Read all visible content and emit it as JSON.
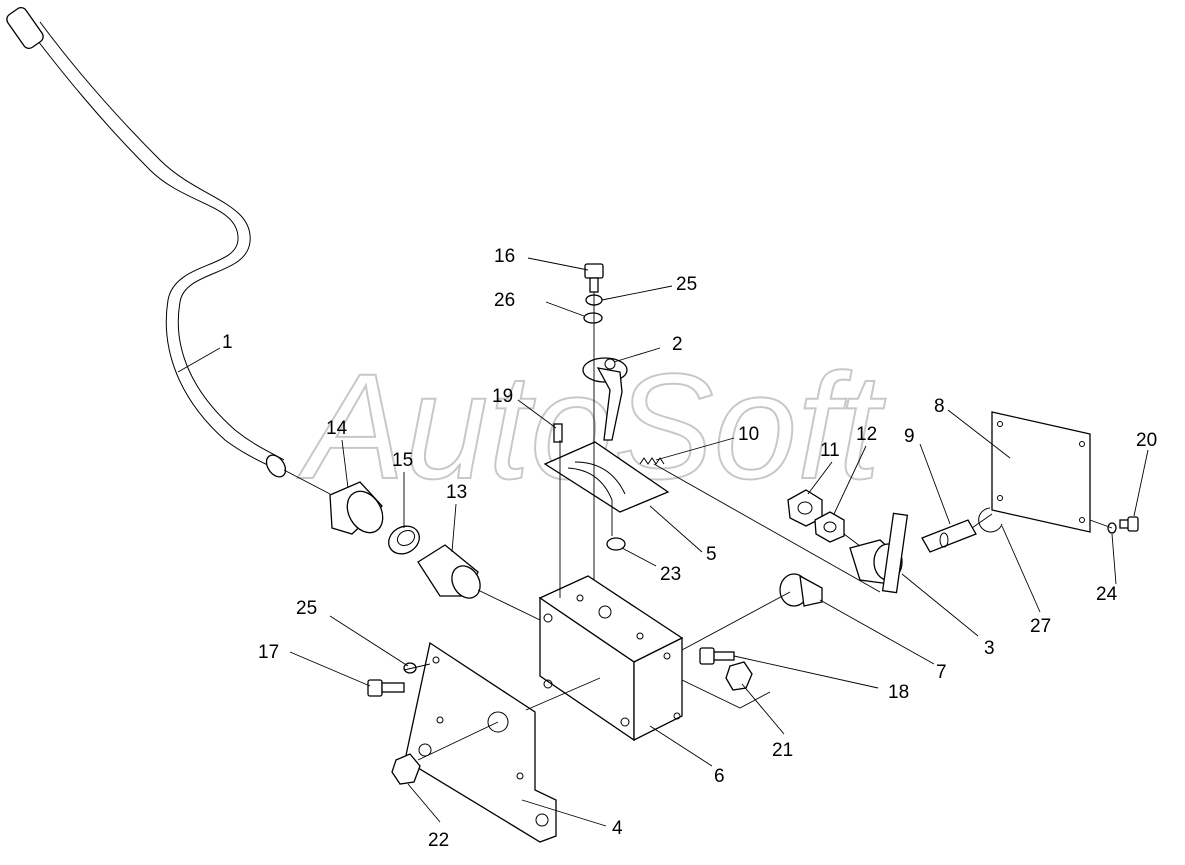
{
  "watermark": "AutoSoft",
  "callouts": [
    {
      "id": "label-1",
      "text": "1"
    },
    {
      "id": "label-2",
      "text": "2"
    },
    {
      "id": "label-3",
      "text": "3"
    },
    {
      "id": "label-4",
      "text": "4"
    },
    {
      "id": "label-5",
      "text": "5"
    },
    {
      "id": "label-6",
      "text": "6"
    },
    {
      "id": "label-7",
      "text": "7"
    },
    {
      "id": "label-8",
      "text": "8"
    },
    {
      "id": "label-9",
      "text": "9"
    },
    {
      "id": "label-10",
      "text": "10"
    },
    {
      "id": "label-11",
      "text": "11"
    },
    {
      "id": "label-12",
      "text": "12"
    },
    {
      "id": "label-13",
      "text": "13"
    },
    {
      "id": "label-14",
      "text": "14"
    },
    {
      "id": "label-15",
      "text": "15"
    },
    {
      "id": "label-16",
      "text": "16"
    },
    {
      "id": "label-17",
      "text": "17"
    },
    {
      "id": "label-18",
      "text": "18"
    },
    {
      "id": "label-19",
      "text": "19"
    },
    {
      "id": "label-20",
      "text": "20"
    },
    {
      "id": "label-21",
      "text": "21"
    },
    {
      "id": "label-22",
      "text": "22"
    },
    {
      "id": "label-23",
      "text": "23"
    },
    {
      "id": "label-24",
      "text": "24"
    },
    {
      "id": "label-25a",
      "text": "25"
    },
    {
      "id": "label-25b",
      "text": "25"
    },
    {
      "id": "label-26",
      "text": "26"
    },
    {
      "id": "label-27",
      "text": "27"
    }
  ]
}
